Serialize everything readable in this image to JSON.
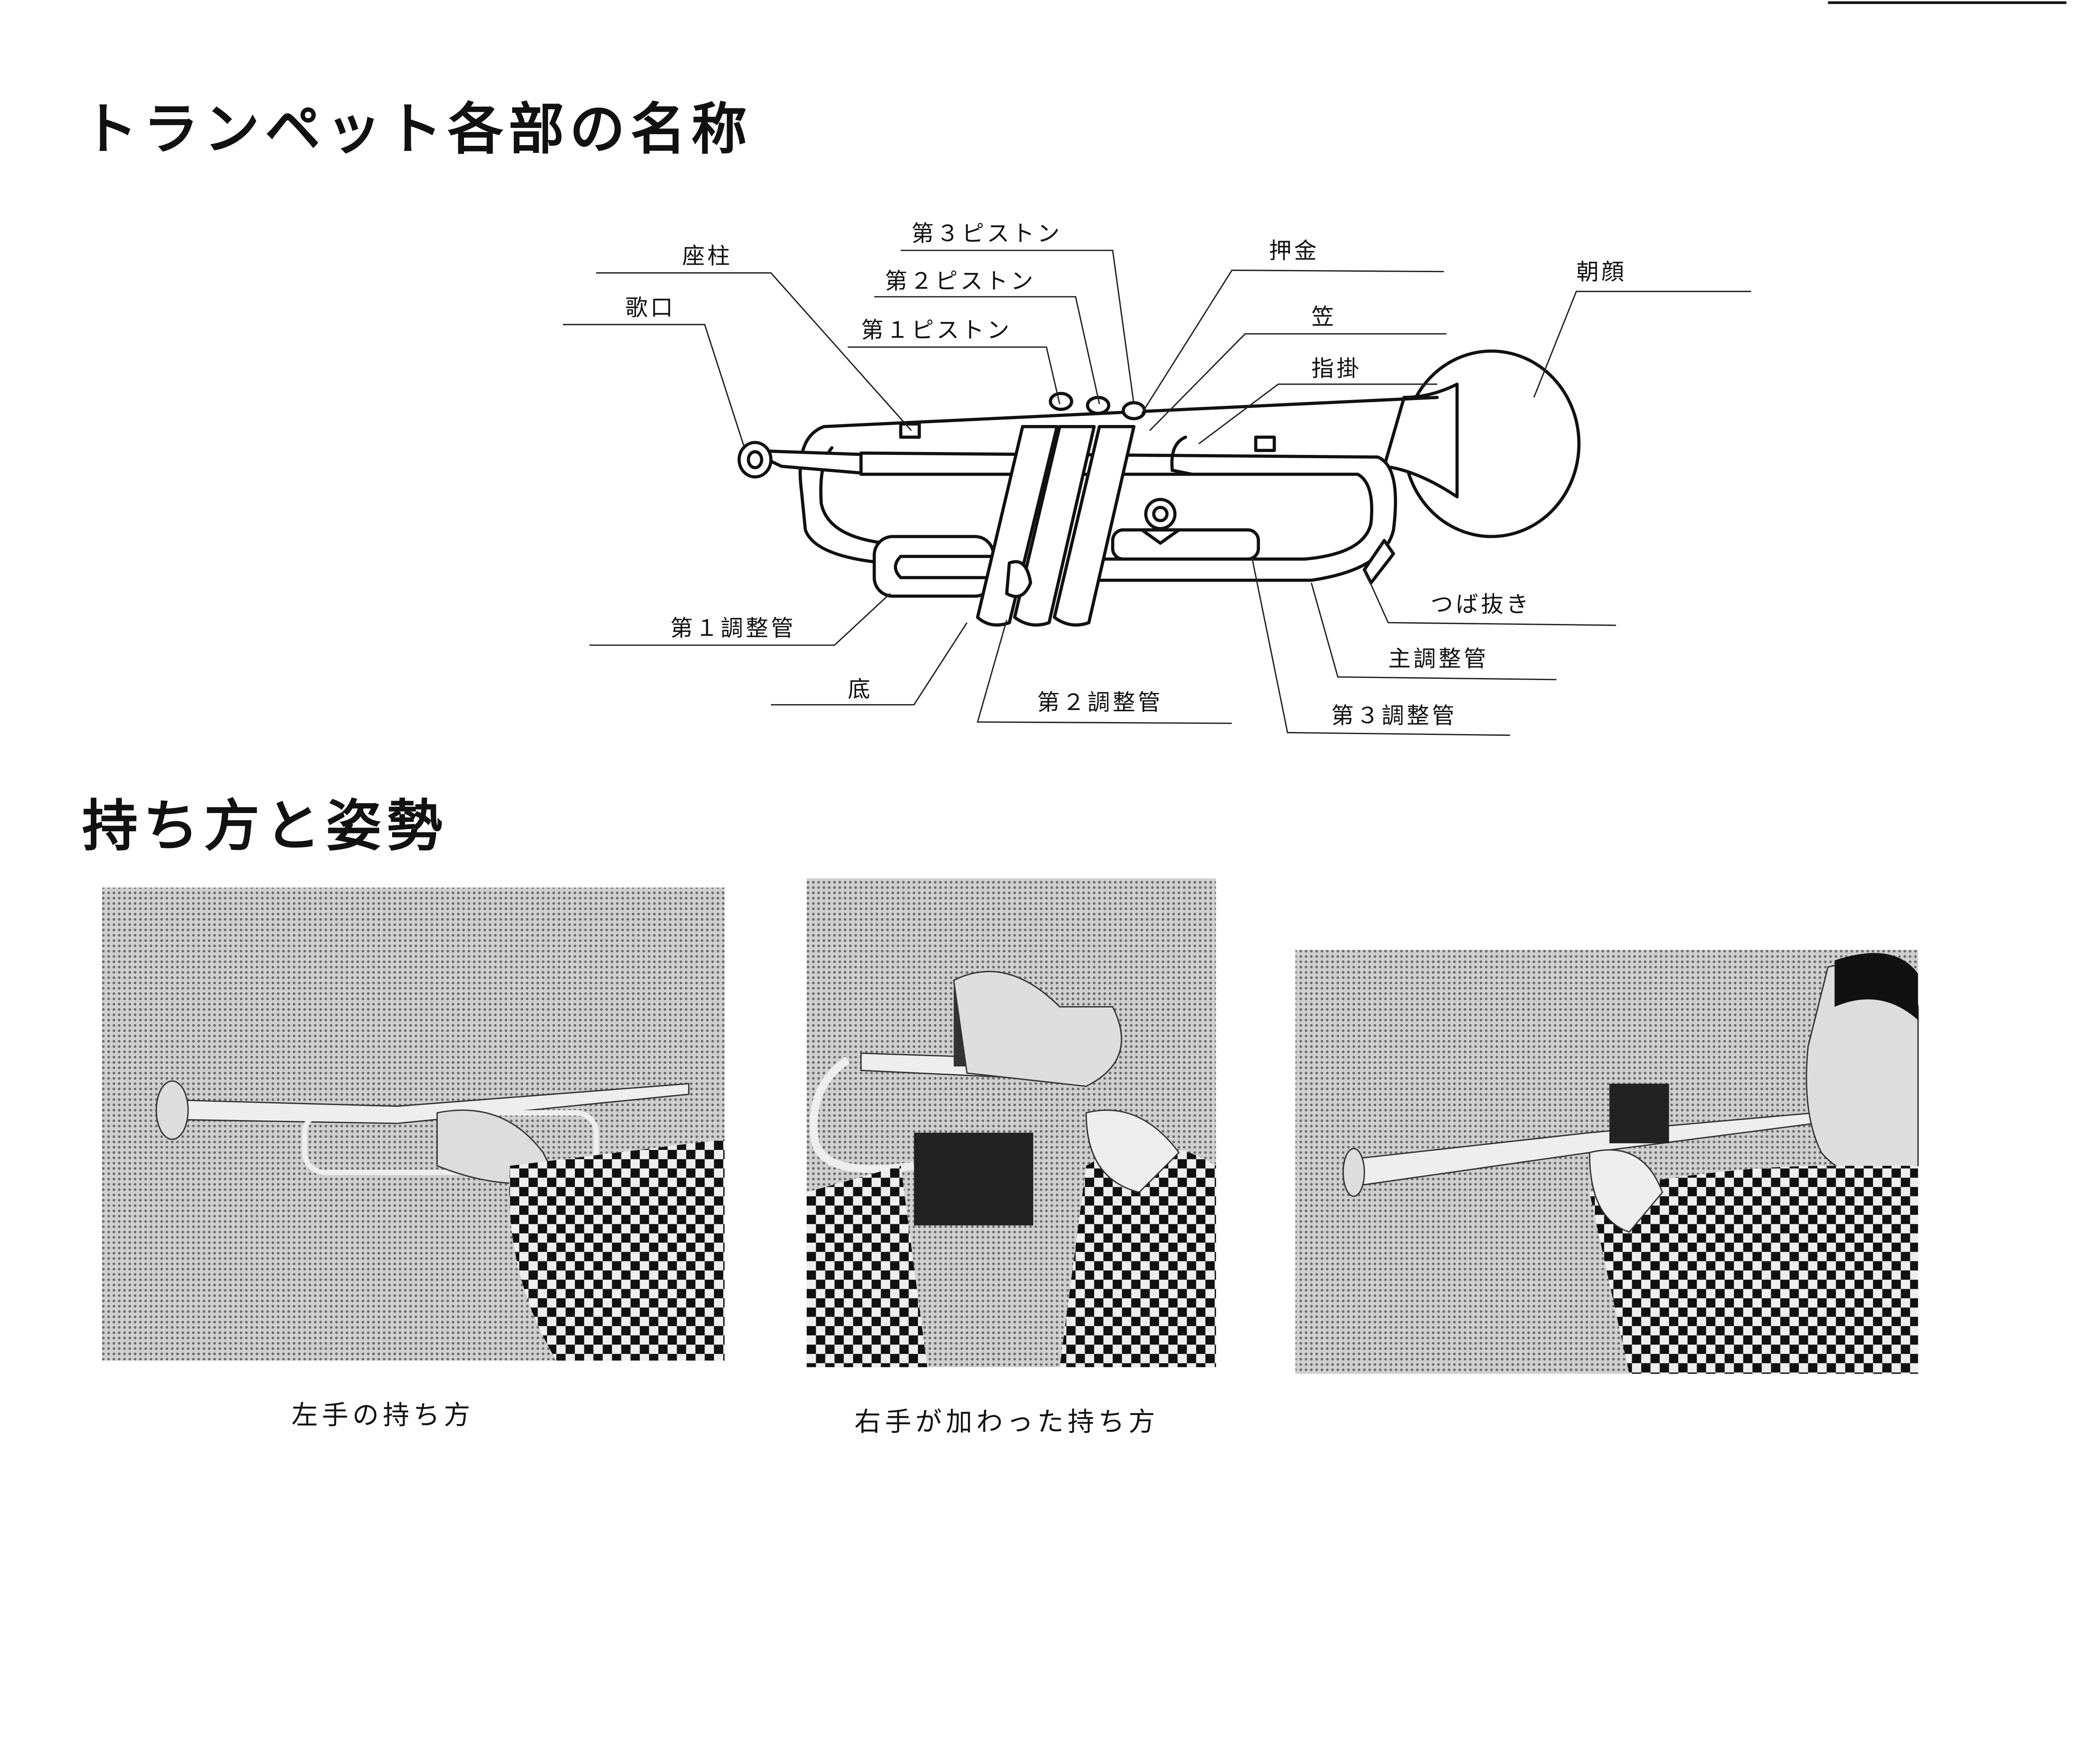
{
  "section1": {
    "title": "トランペット各部の名称",
    "labels": {
      "piston3": "第３ピストン",
      "piston2": "第２ピストン",
      "piston1": "第１ピストン",
      "zachu": "座柱",
      "utaguchi": "歌口",
      "oshigane": "押金",
      "kasa": "笠",
      "yubikake": "指掛",
      "asagao": "朝顔",
      "tsubanuki": "つば抜き",
      "main_slide": "主調整管",
      "slide3": "第３調整管",
      "slide2": "第２調整管",
      "soko": "底",
      "slide1": "第１調整管"
    }
  },
  "section2": {
    "title": "持ち方と姿勢",
    "captions": {
      "left_hand": "左手の持ち方",
      "right_hand": "右手が加わった持ち方"
    }
  }
}
